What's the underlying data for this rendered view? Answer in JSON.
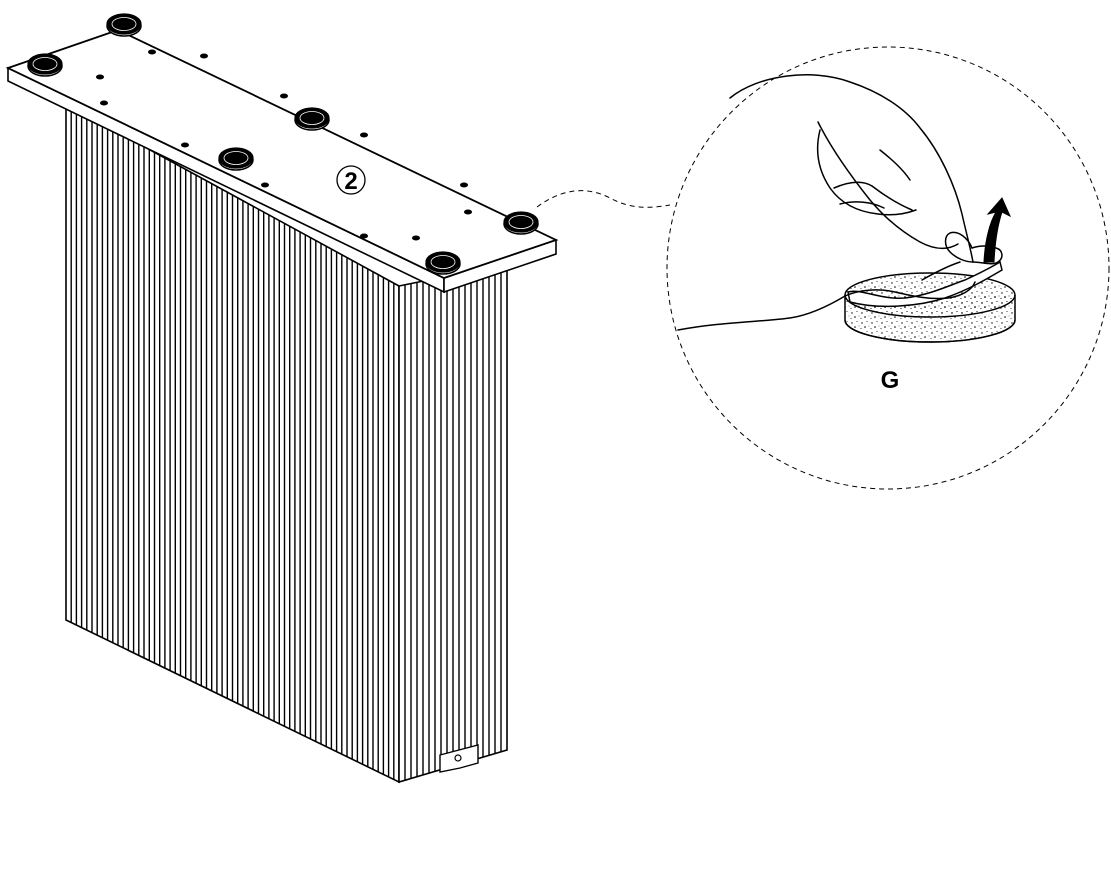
{
  "callouts": {
    "step_number": "2",
    "part_label": "G"
  },
  "colors": {
    "line": "#000000",
    "background": "#ffffff"
  },
  "parts": {
    "felt_pads_on_lid": 6,
    "screw_holes_on_lid": 12
  }
}
